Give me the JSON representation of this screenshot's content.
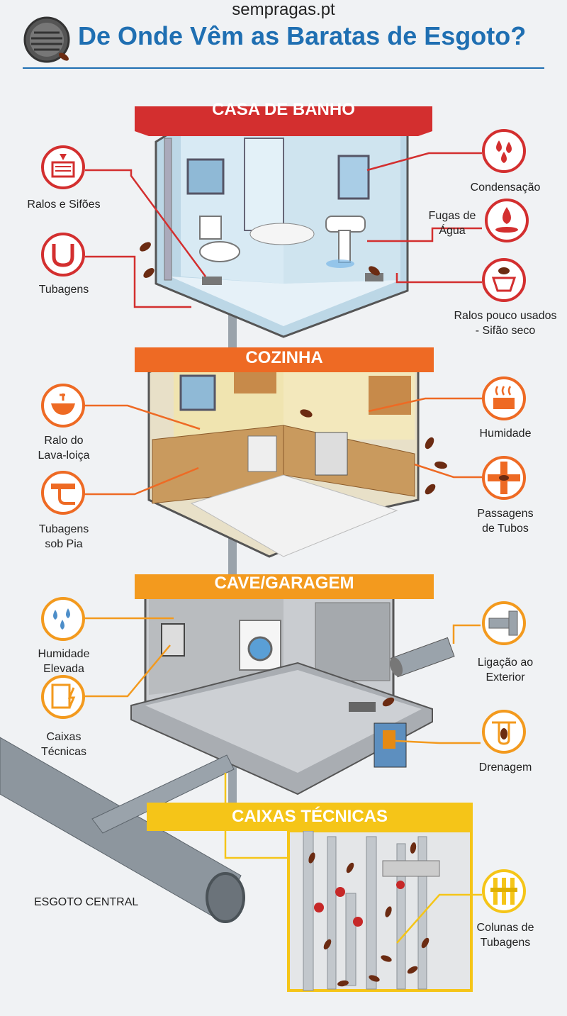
{
  "header": {
    "site": "sempragas.pt",
    "title": "De Onde Vêm as Baratas de Esgoto?"
  },
  "sections": {
    "bathroom": {
      "banner": "CASA DE BANHO",
      "color": "#d32f2f",
      "labels": {
        "drains": "Ralos e Sifões",
        "pipes": "Tubagens",
        "condensation": "Condensação",
        "leaks_1": "Fugas de",
        "leaks_2": "Água",
        "unused_1": "Ralos pouco usados",
        "unused_2": "- Sifão seco"
      }
    },
    "kitchen": {
      "banner": "COZINHA",
      "color": "#ee6a24",
      "labels": {
        "sink_1": "Ralo do",
        "sink_2": "Lava-loiça",
        "under_1": "Tubagens",
        "under_2": "sob Pia",
        "humidity": "Humidade",
        "passages_1": "Passagens",
        "passages_2": "de Tubos"
      }
    },
    "basement": {
      "banner": "CAVE/GARAGEM",
      "color": "#f39a1e",
      "labels": {
        "humidity_1": "Humidade",
        "humidity_2": "Elevada",
        "boxes_1": "Caixas",
        "boxes_2": "Técnicas",
        "exterior_1": "Ligação ao",
        "exterior_2": "Exterior",
        "drainage": "Drenagem"
      }
    },
    "technical": {
      "banner": "CAIXAS TÉCNICAS",
      "color": "#f5c518",
      "labels": {
        "sewer": "ESGOTO CENTRAL",
        "columns_1": "Colunas de",
        "columns_2": "Tubagens"
      }
    }
  },
  "icons": {
    "drain": "drain-grate-icon",
    "pipes": "pipe-trap-icon",
    "condensation": "water-drops-icon",
    "leak": "leak-drop-icon",
    "dry_trap": "cockroach-drain-icon",
    "sink": "sink-icon",
    "under_sink": "under-sink-pipe-icon",
    "steam": "steam-humidity-icon",
    "crossing": "pipe-crossing-icon",
    "damp": "damp-drops-icon",
    "electric_box": "technical-box-icon",
    "exterior_pipe": "exterior-pipe-icon",
    "drainage": "drainage-icon",
    "columns": "pipe-columns-icon"
  }
}
